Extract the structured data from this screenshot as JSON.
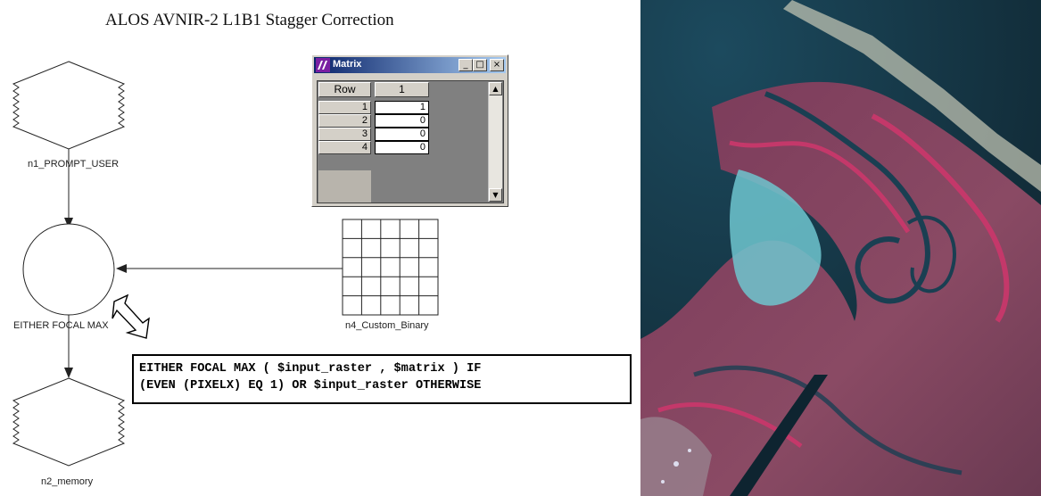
{
  "title": "ALOS AVNIR-2 L1B1 Stagger Correction",
  "nodes": {
    "n1": "n1_PROMPT_USER",
    "focal": "EITHER FOCAL MAX",
    "n4": "n4_Custom_Binary",
    "n2": "n2_memory"
  },
  "expression": {
    "line1": "EITHER FOCAL MAX ( $input_raster , $matrix ) IF",
    "line2": "(EVEN (PIXELX) EQ 1) OR $input_raster OTHERWISE"
  },
  "matrix_window": {
    "title": "Matrix",
    "minimize": "_",
    "maximize": "□",
    "close": "×",
    "header_row": "Row",
    "header_col": "1",
    "row_labels": [
      "1",
      "2",
      "3",
      "4"
    ],
    "values": [
      "1",
      "0",
      "0",
      "0"
    ],
    "scroll_up": "▲",
    "scroll_down": "▼"
  },
  "colors": {
    "water": "#1a3f52",
    "vegetation": "#c4386a",
    "shallow": "#6fc6cf"
  },
  "icons": [
    "matrix-app-icon",
    "minimize-icon",
    "maximize-icon",
    "close-icon"
  ]
}
